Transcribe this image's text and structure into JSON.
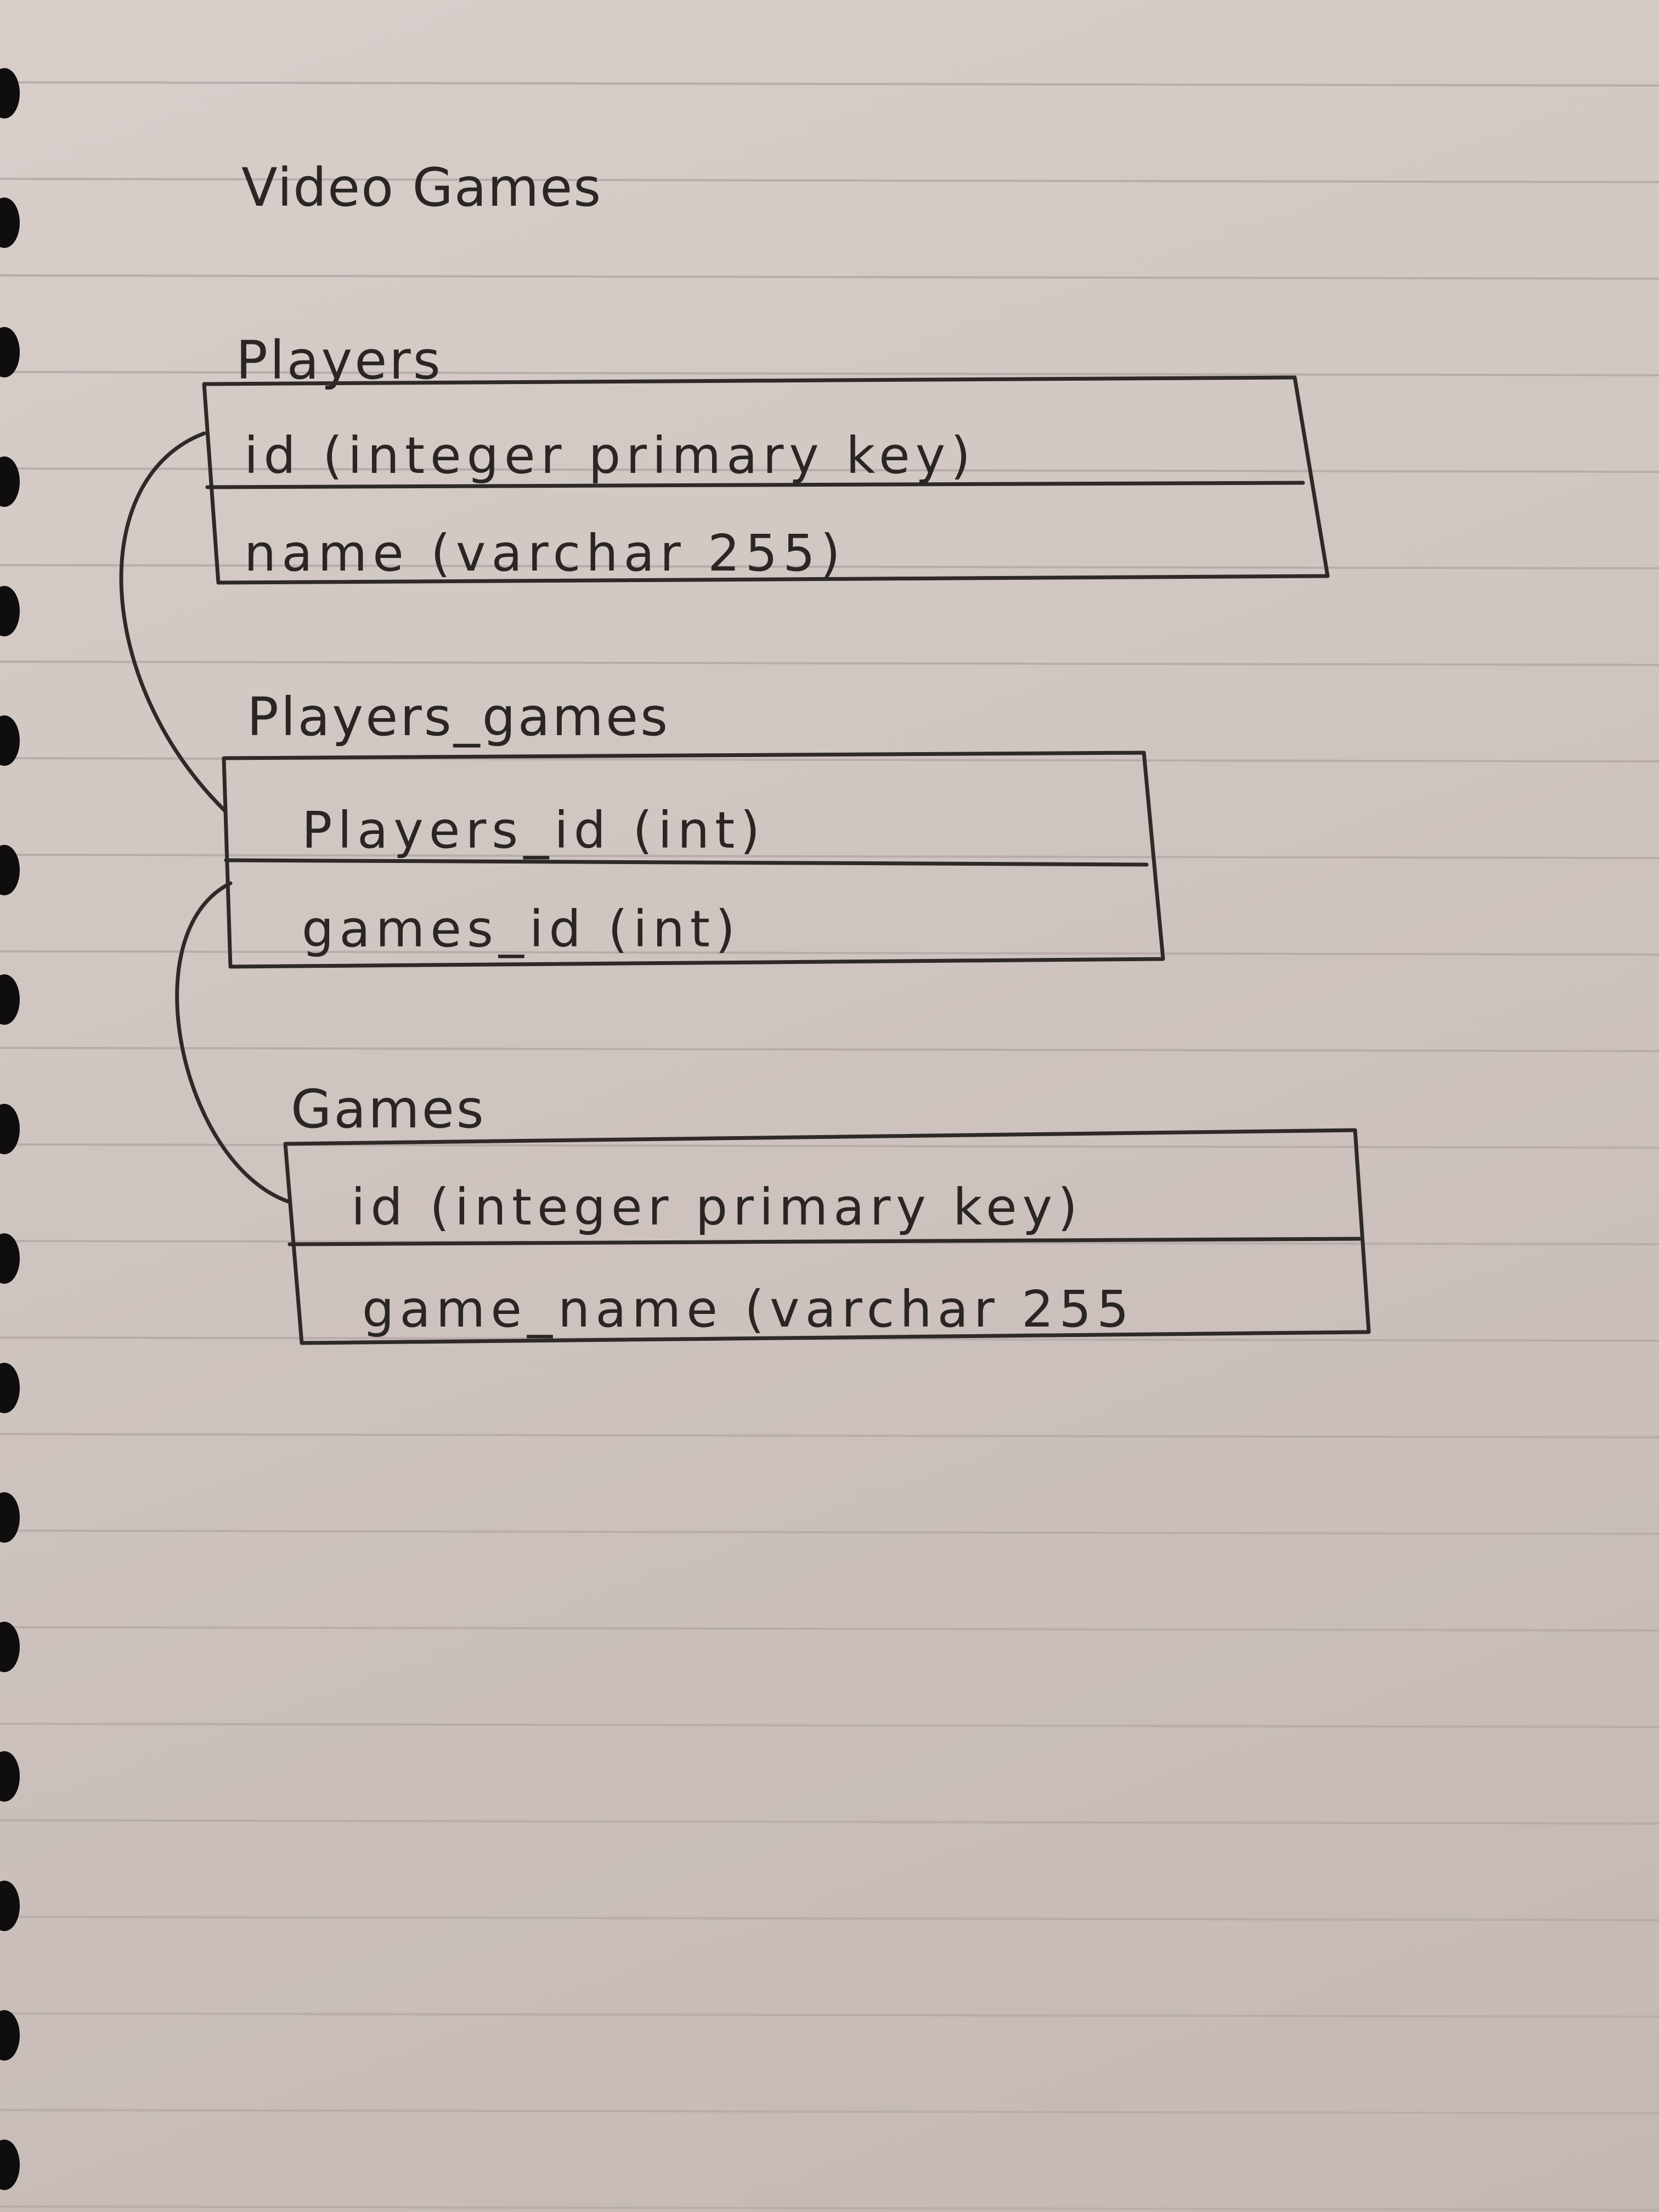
{
  "title": "Video Games",
  "tables": [
    {
      "name": "Players",
      "fields": [
        "id (integer primary key)",
        "name (varchar 255)"
      ]
    },
    {
      "name": "Players_games",
      "fields": [
        "Players_id (int)",
        "games_id (int)"
      ]
    },
    {
      "name": "Games",
      "fields": [
        "id (integer primary key)",
        "game_name (varchar 255"
      ]
    }
  ],
  "relationships": [
    {
      "from": "Players.id",
      "to": "Players_games.Players_id"
    },
    {
      "from": "Players_games.games_id",
      "to": "Games.id"
    }
  ],
  "colors": {
    "paper": "#d8cfcb",
    "ink": "#2a2624",
    "rule": "#b9adab",
    "spiral": "#0f0d0d"
  }
}
